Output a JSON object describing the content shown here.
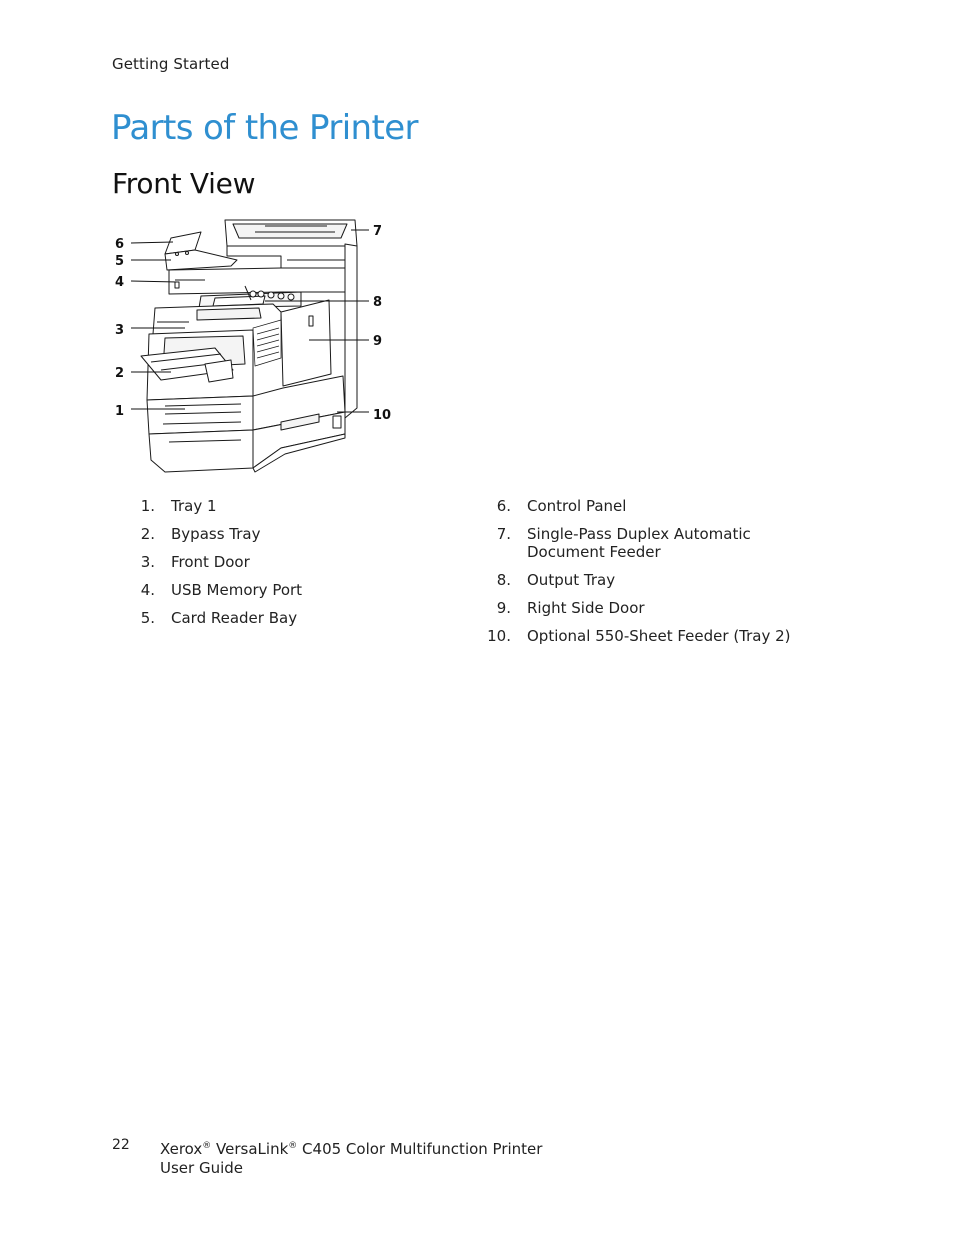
{
  "header": {
    "running_title": "Getting Started"
  },
  "page": {
    "title": "Parts of the Printer",
    "section_title": "Front View"
  },
  "figure": {
    "callouts": [
      "6",
      "5",
      "4",
      "3",
      "2",
      "1",
      "7",
      "8",
      "9",
      "10"
    ]
  },
  "parts_left": [
    {
      "num": "1.",
      "label": "Tray 1"
    },
    {
      "num": "2.",
      "label": "Bypass Tray"
    },
    {
      "num": "3.",
      "label": "Front Door"
    },
    {
      "num": "4.",
      "label": "USB Memory Port"
    },
    {
      "num": "5.",
      "label": "Card Reader Bay"
    }
  ],
  "parts_right": [
    {
      "num": "6.",
      "label": "Control Panel"
    },
    {
      "num": "7.",
      "label": "Single-Pass Duplex Automatic Document Feeder"
    },
    {
      "num": "8.",
      "label": "Output Tray"
    },
    {
      "num": "9.",
      "label": "Right Side Door"
    },
    {
      "num": "10.",
      "label": "Optional 550-Sheet Feeder (Tray 2)"
    }
  ],
  "footer": {
    "page_number": "22",
    "brand": "Xerox",
    "reg_mark": "®",
    "product": "VersaLink",
    "model": "C405 Color Multifunction Printer",
    "doc_type": "User Guide"
  },
  "colors": {
    "title_blue": "#2f8fd0",
    "text": "#222222"
  }
}
